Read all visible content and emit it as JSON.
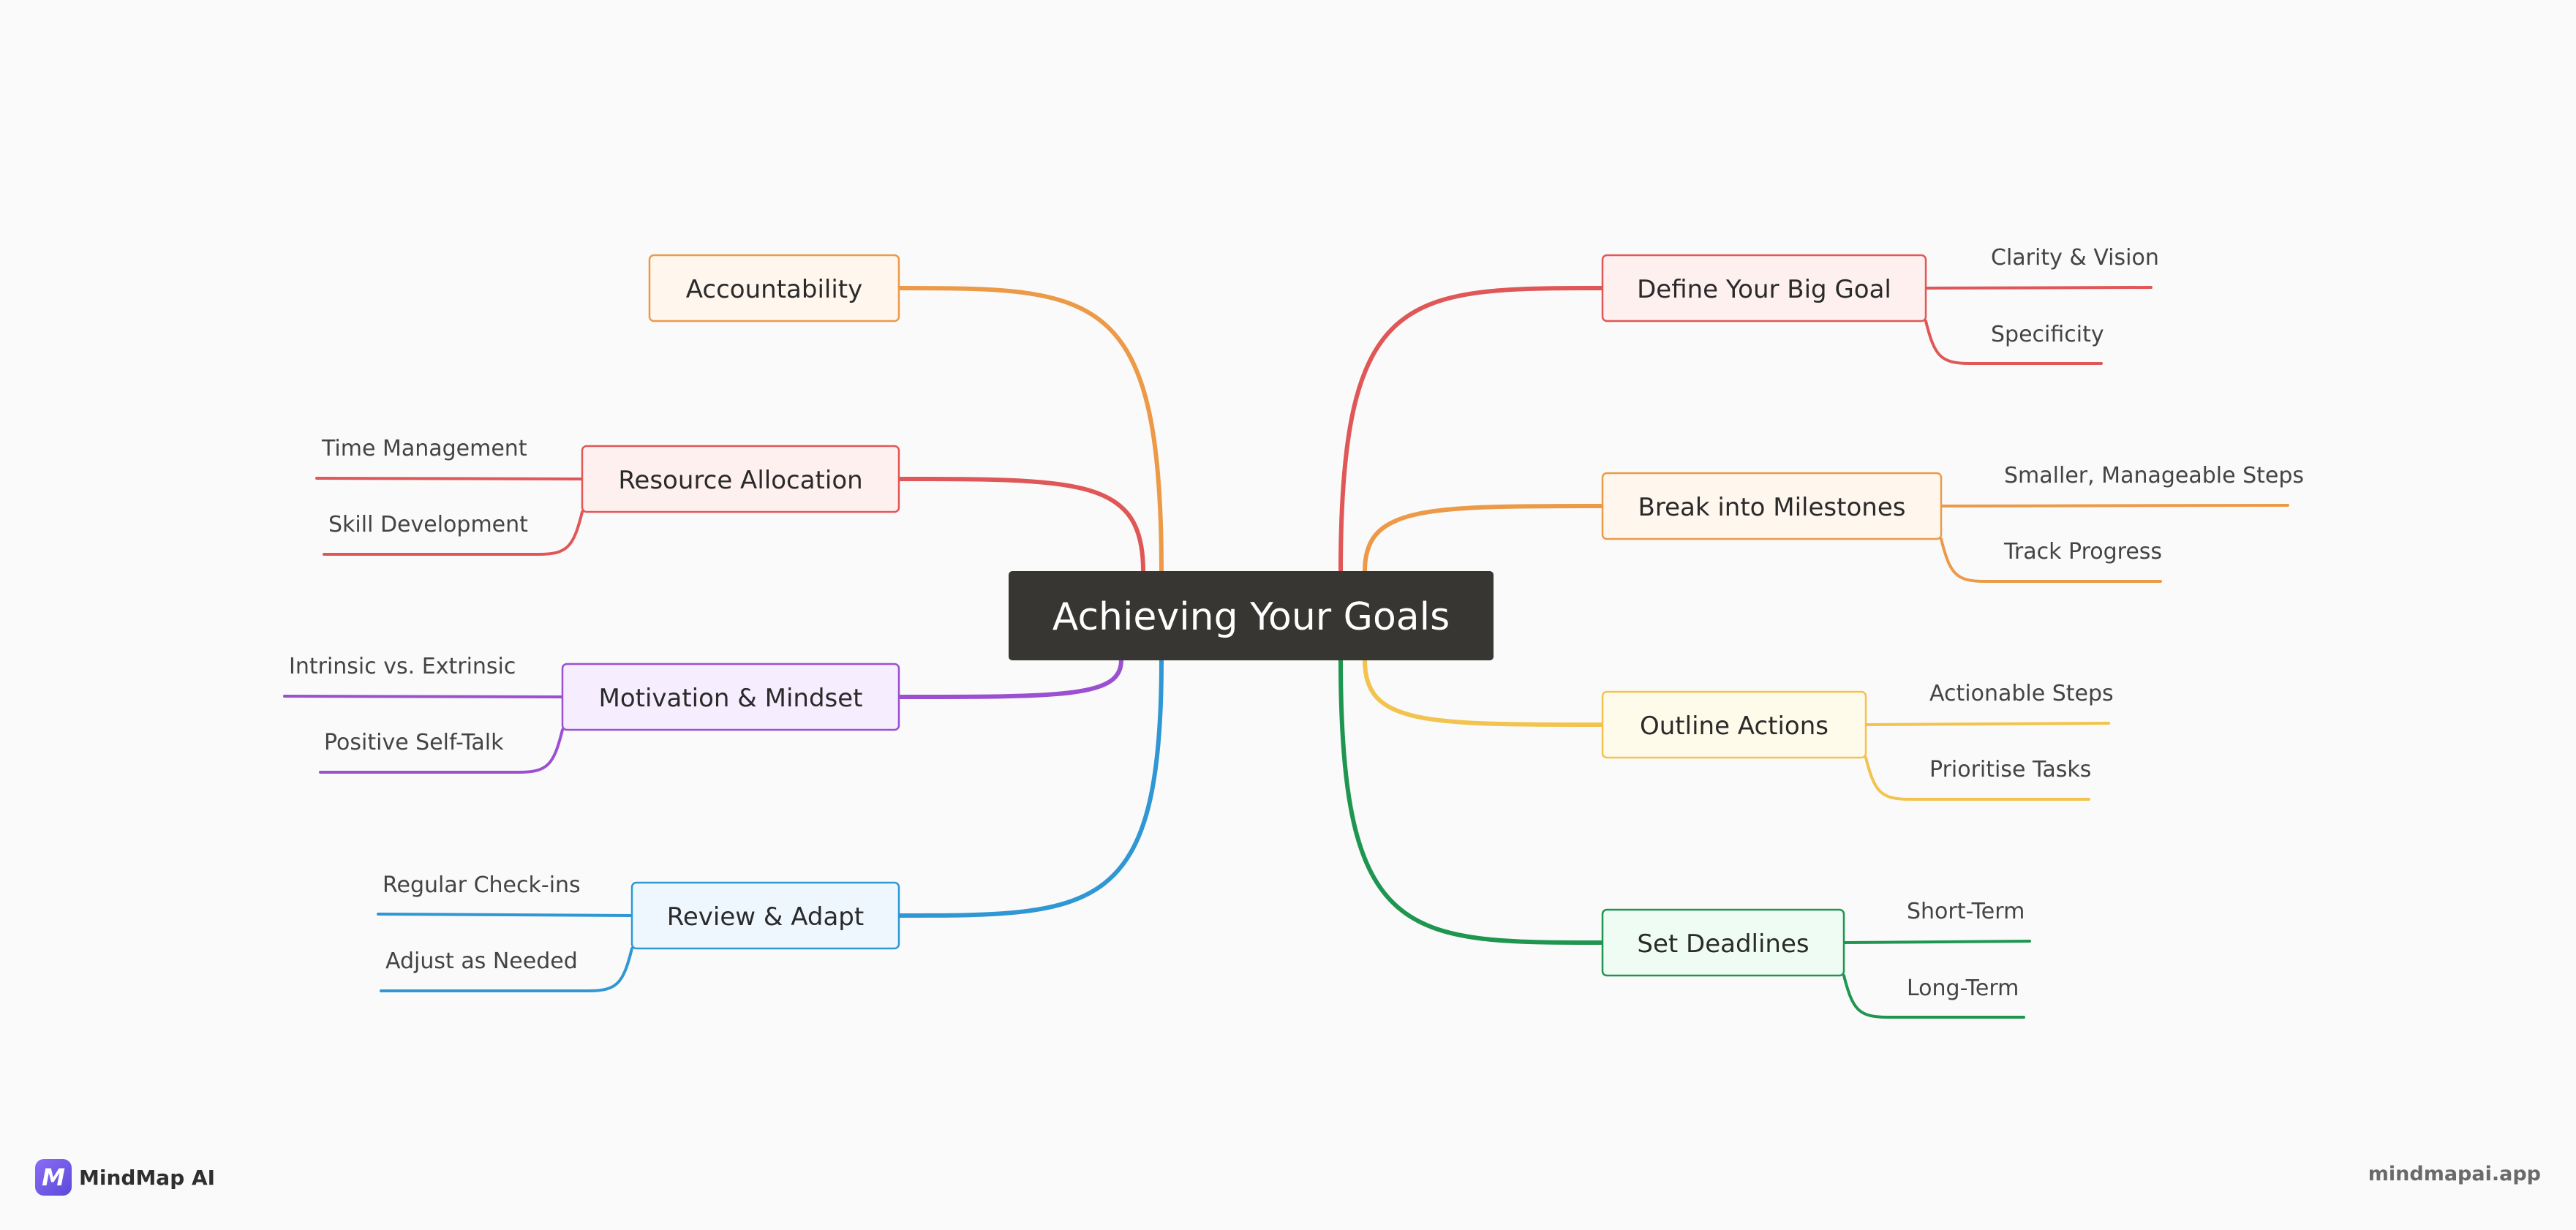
{
  "root": {
    "label": "Achieving Your Goals"
  },
  "branches": [
    {
      "label": "Define Your Big Goal",
      "color": "#e05757",
      "fill": "#fff0f0",
      "children": [
        "Clarity & Vision",
        "Specificity"
      ]
    },
    {
      "label": "Break into Milestones",
      "color": "#ec9a48",
      "fill": "#fff6ee",
      "children": [
        "Smaller, Manageable Steps",
        "Track Progress"
      ]
    },
    {
      "label": "Outline Actions",
      "color": "#f2c34e",
      "fill": "#fffbea",
      "children": [
        "Actionable Steps",
        "Prioritise Tasks"
      ]
    },
    {
      "label": "Set Deadlines",
      "color": "#1e9650",
      "fill": "#effcf3",
      "children": [
        "Short-Term",
        "Long-Term"
      ]
    },
    {
      "label": "Accountability",
      "color": "#ec9a48",
      "fill": "#fff6ee",
      "children": []
    },
    {
      "label": "Resource Allocation",
      "color": "#e05757",
      "fill": "#fff0f0",
      "children": [
        "Time Management",
        "Skill Development"
      ]
    },
    {
      "label": "Motivation & Mindset",
      "color": "#9b4fd1",
      "fill": "#f6eefe",
      "children": [
        "Intrinsic vs. Extrinsic",
        "Positive Self-Talk"
      ]
    },
    {
      "label": "Review & Adapt",
      "color": "#2f97d4",
      "fill": "#eef7fe",
      "children": [
        "Regular Check-ins",
        "Adjust as Needed"
      ]
    }
  ],
  "brand": {
    "name": "MindMap AI",
    "logo_letter": "M",
    "logo_icon": "mindmap-logo-icon"
  },
  "site_url": "mindmapai.app",
  "colors": {
    "background": "#fafafa",
    "root_fill": "#383632"
  }
}
